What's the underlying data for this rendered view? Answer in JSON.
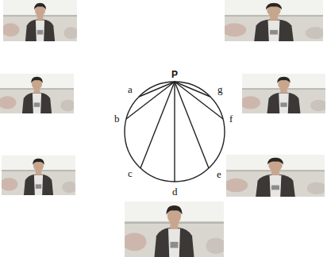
{
  "diagram": {
    "labels": [
      "P",
      "a",
      "b",
      "c",
      "d",
      "e",
      "f",
      "g"
    ]
  }
}
